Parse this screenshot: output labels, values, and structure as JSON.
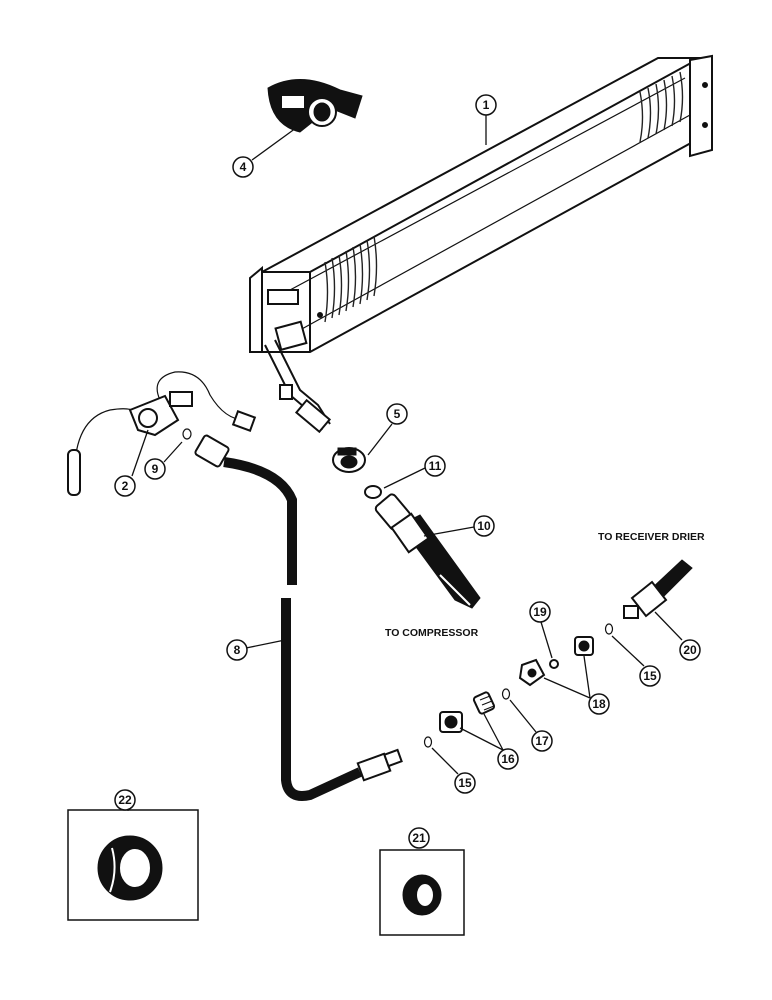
{
  "callouts": {
    "c1": "1",
    "c2": "2",
    "c4": "4",
    "c5": "5",
    "c8": "8",
    "c9": "9",
    "c10": "10",
    "c11": "11",
    "c15a": "15",
    "c15b": "15",
    "c16": "16",
    "c17": "17",
    "c18": "18",
    "c19": "19",
    "c20": "20",
    "c21": "21",
    "c22": "22"
  },
  "labels": {
    "to_receiver_drier": "TO RECEIVER DRIER",
    "to_compressor": "TO COMPRESSOR"
  }
}
